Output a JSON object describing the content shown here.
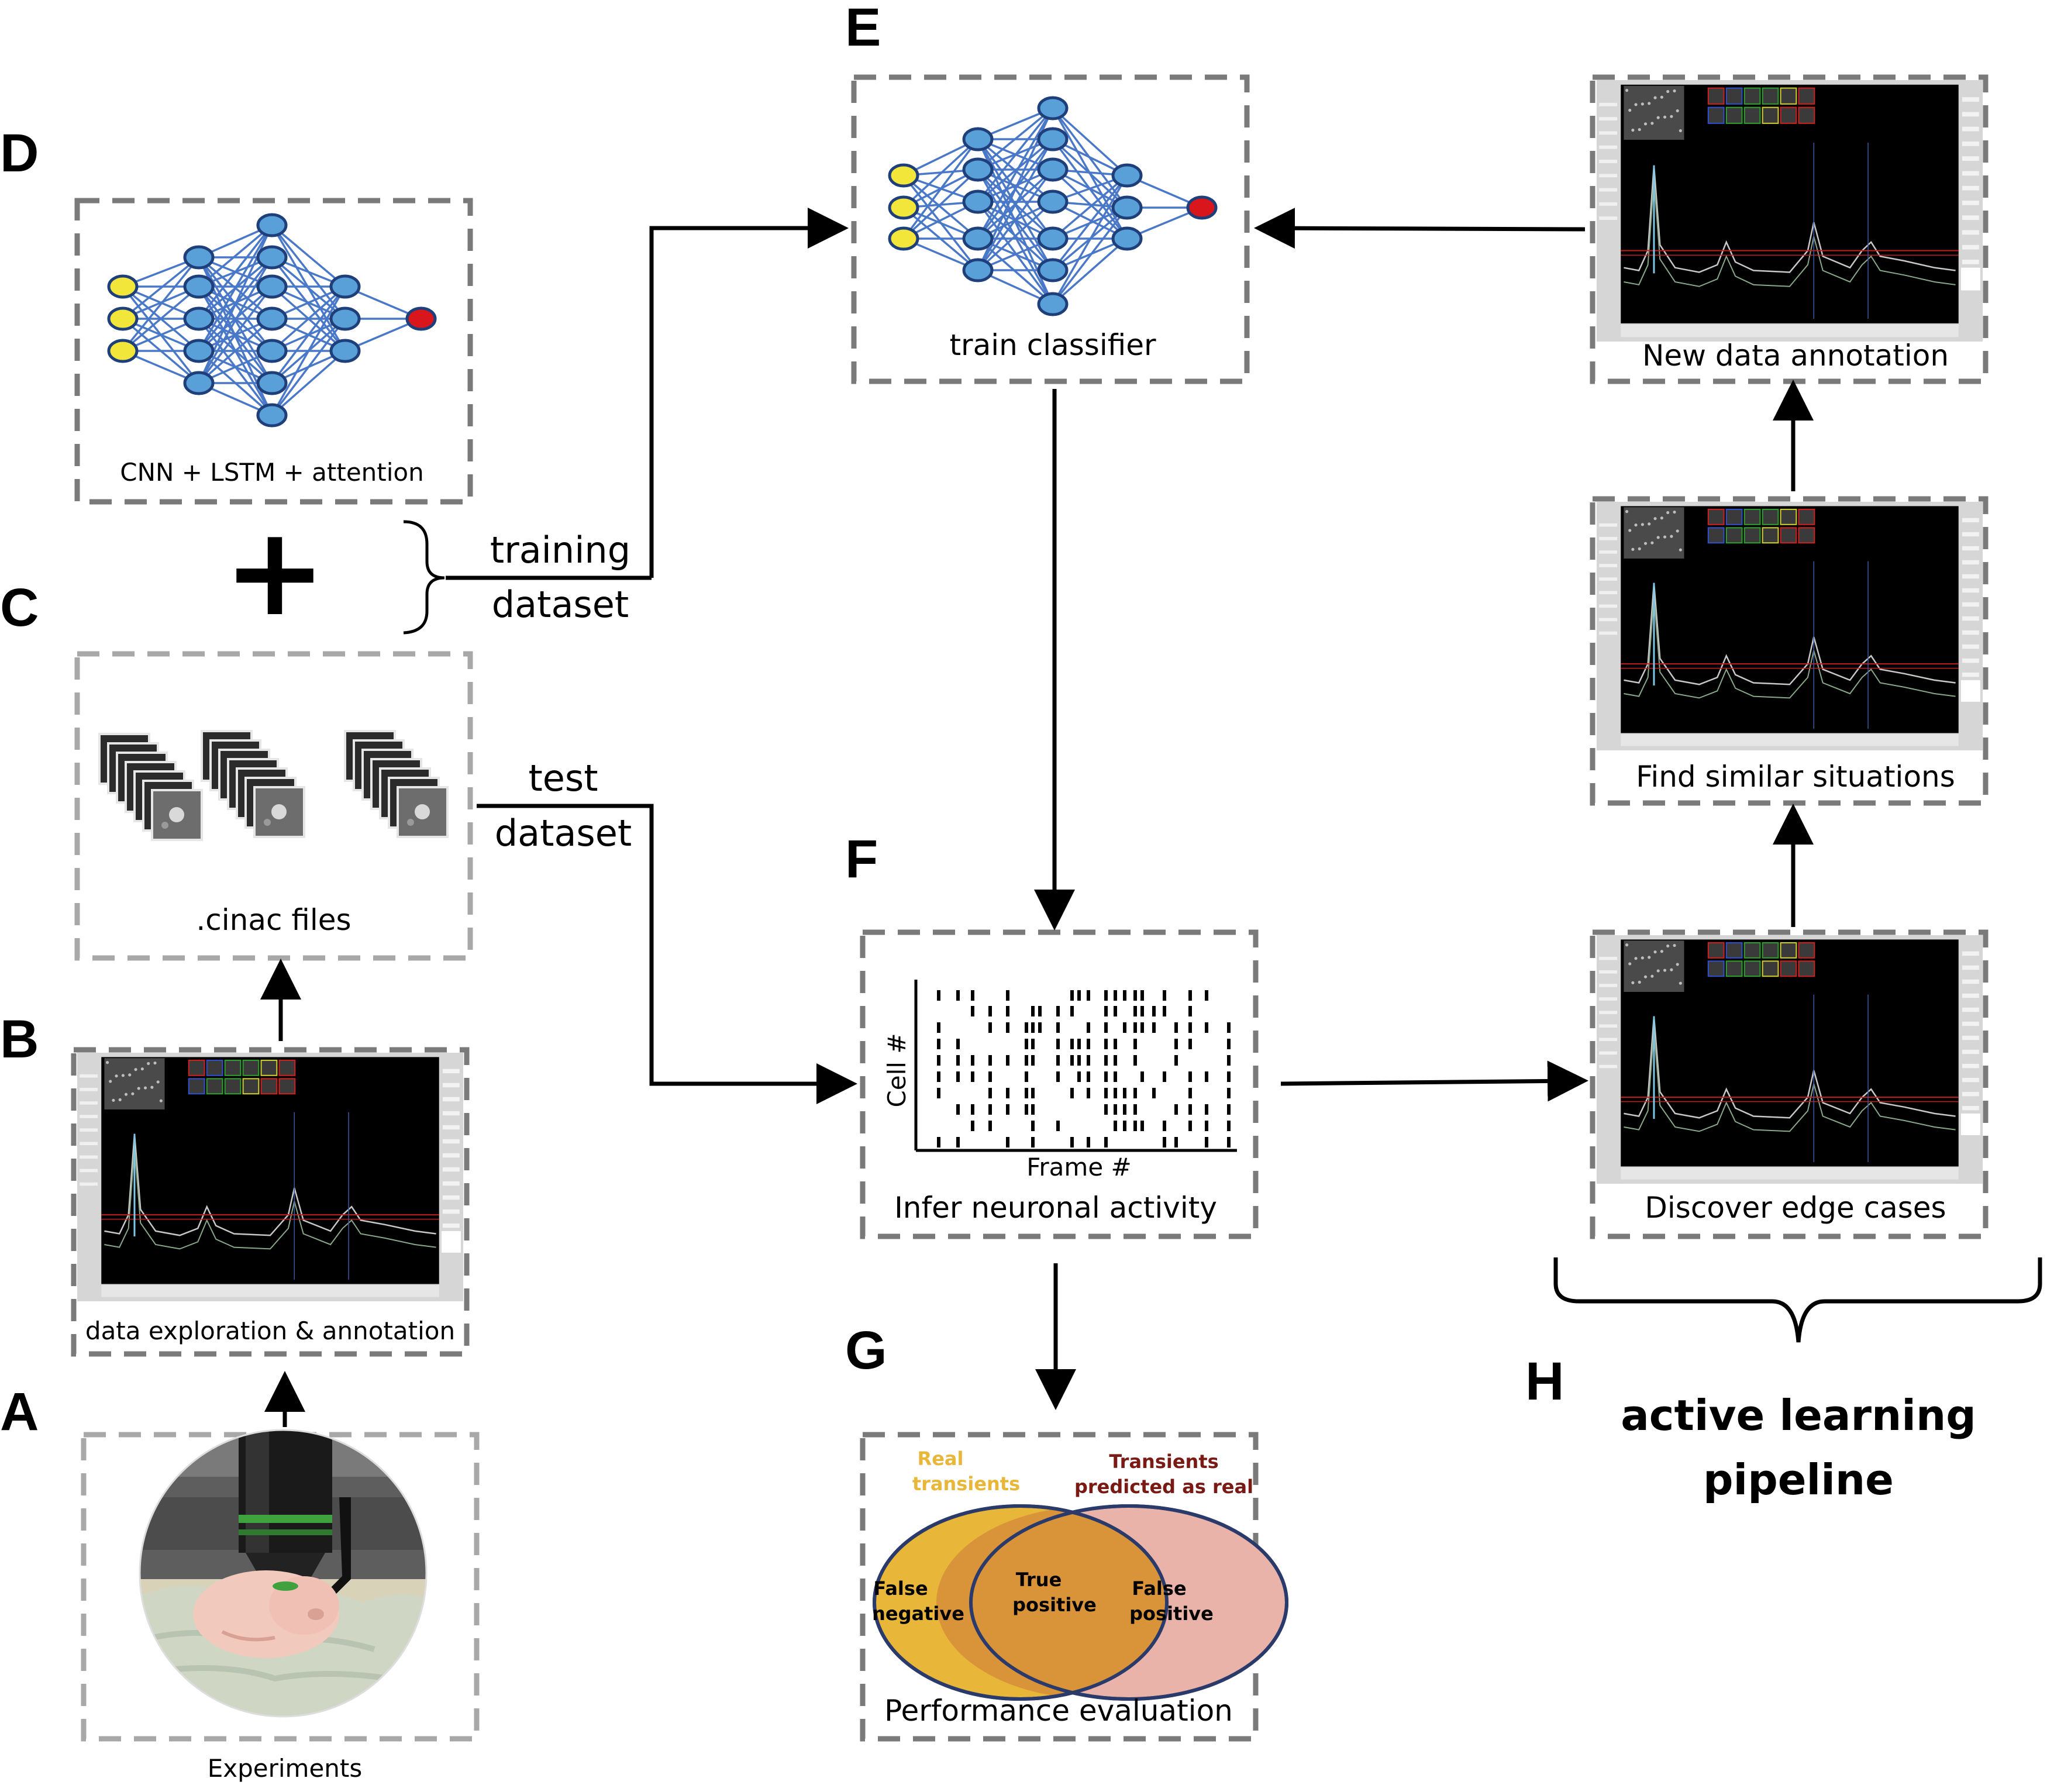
{
  "panels": {
    "A": {
      "letter": "A",
      "caption": "Experiments"
    },
    "B": {
      "letter": "B",
      "caption": "data exploration & annotation"
    },
    "C": {
      "letter": "C",
      "caption": ".cinac files"
    },
    "D": {
      "letter": "D",
      "caption": "CNN + LSTM + attention"
    },
    "E": {
      "letter": "E",
      "caption": "train classifier"
    },
    "F": {
      "letter": "F",
      "caption": "Infer neuronal activity",
      "y_axis": "Cell #",
      "x_axis": "Frame #"
    },
    "G": {
      "letter": "G",
      "caption": "Performance evaluation"
    },
    "H": {
      "letter": "H",
      "title_line1": "active learning",
      "title_line2": "pipeline"
    }
  },
  "plus_sign": "+",
  "flow_labels": {
    "training_line1": "training",
    "training_line2": "dataset",
    "test_line1": "test",
    "test_line2": "dataset"
  },
  "pipeline_steps": {
    "new_data": "New data annotation",
    "similar": "Find similar situations",
    "edge_cases": "Discover edge cases"
  },
  "venn": {
    "left_title_1": "Real",
    "left_title_2": "transients",
    "right_title_1": "Transients",
    "right_title_2": "predicted as real",
    "left_1": "False",
    "left_2": "negative",
    "center_1": "True",
    "center_2": "positive",
    "right_1": "False",
    "right_2": "positive",
    "colors": {
      "left": "#e8b73a",
      "right": "#e9b3aa",
      "overlap": "#d9943a",
      "left_label": "#e8b73a",
      "right_label": "#7a1a14"
    }
  },
  "colors": {
    "node_fill": "#5aa0d8",
    "node_edge": "#1f3f7a",
    "link": "#4a78c8",
    "input_node": "#f2e63a",
    "output_node": "#d8161c"
  }
}
